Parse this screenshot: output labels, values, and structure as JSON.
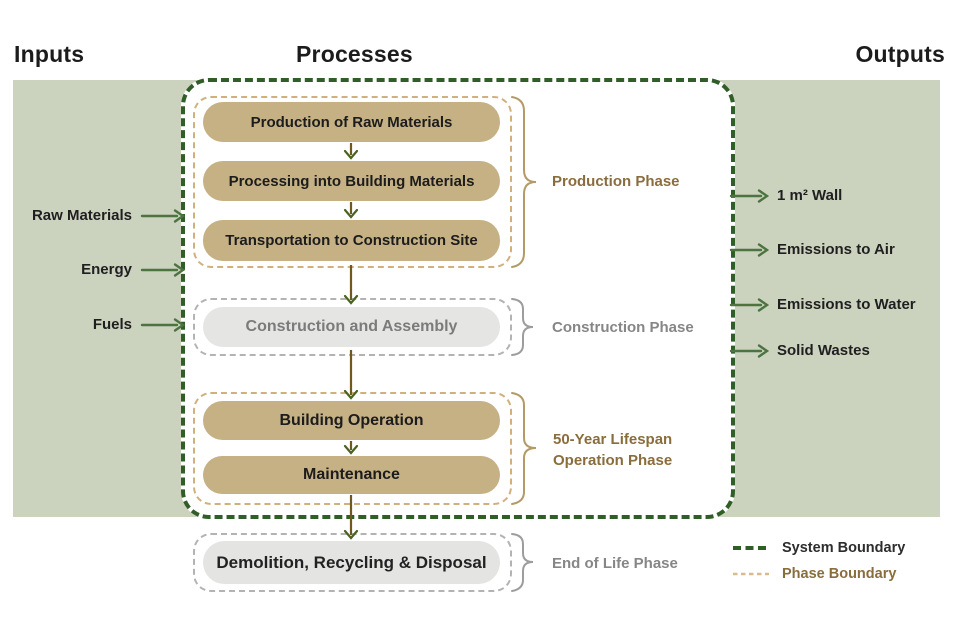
{
  "header": {
    "inputs": "Inputs",
    "processes": "Processes",
    "outputs": "Outputs"
  },
  "inputs": [
    {
      "label": "Raw Materials"
    },
    {
      "label": "Energy"
    },
    {
      "label": "Fuels"
    }
  ],
  "outputs": [
    {
      "label": "1 m² Wall"
    },
    {
      "label": "Emissions to Air"
    },
    {
      "label": "Emissions to Water"
    },
    {
      "label": "Solid Wastes"
    }
  ],
  "phases": [
    {
      "name": "Production Phase",
      "steps": [
        "Production of Raw Materials",
        "Processing into Building Materials",
        "Transportation to Construction Site"
      ]
    },
    {
      "name": "Construction Phase",
      "steps": [
        "Construction and Assembly"
      ]
    },
    {
      "name_line1": "50-Year Lifespan",
      "name_line2": "Operation Phase",
      "steps": [
        "Building Operation",
        "Maintenance"
      ]
    },
    {
      "name": "End of Life Phase",
      "steps": [
        "Demolition, Recycling & Disposal"
      ]
    }
  ],
  "legend": {
    "system_boundary": "System Boundary",
    "phase_boundary": "Phase Boundary"
  },
  "colors": {
    "band_green": "#cbd3bf",
    "system_boundary_green": "#315e28",
    "process_tan_fill": "#c6b185",
    "phase_boundary_tan": "#d2b07e",
    "phase_label_tan": "#8a6d3c",
    "inactive_gray_fill": "#e5e5e3",
    "inactive_gray_text": "#7b7b7b",
    "gray_boundary": "#b3b3b3",
    "io_arrow_green": "#4c7340",
    "flow_arrow_olive": "#6e5a20"
  }
}
